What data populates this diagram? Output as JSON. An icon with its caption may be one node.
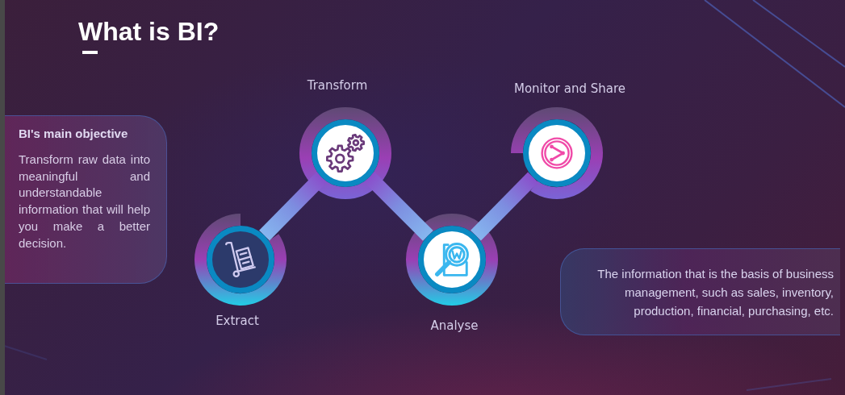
{
  "diagram": {
    "title": "What is BI?",
    "nodes": [
      {
        "text": [
          "BI's main objective",
          "Transform raw data into meaningful and understandable information that will help you make a better decision."
        ]
      },
      {
        "text": [],
        "shape": "circle",
        "beside": [
          "Extract"
        ]
      },
      {
        "text": [],
        "shape": "circle",
        "beside": [
          "Transform"
        ]
      },
      {
        "text": [],
        "shape": "circle",
        "beside": [
          "Analyse"
        ]
      },
      {
        "text": [],
        "shape": "circle",
        "beside": [
          "Monitor and Share"
        ]
      },
      {
        "text": [
          "The information that is the basis of business management, such as sales, inventory, production, financial, purchasing, etc."
        ]
      }
    ],
    "edges": [
      {
        "from": 1,
        "to": 2,
        "arrow": "none",
        "style": "thick"
      },
      {
        "from": 2,
        "to": 3,
        "arrow": "none",
        "style": "thick"
      },
      {
        "from": 3,
        "to": 4,
        "arrow": "none",
        "style": "thick"
      }
    ]
  }
}
